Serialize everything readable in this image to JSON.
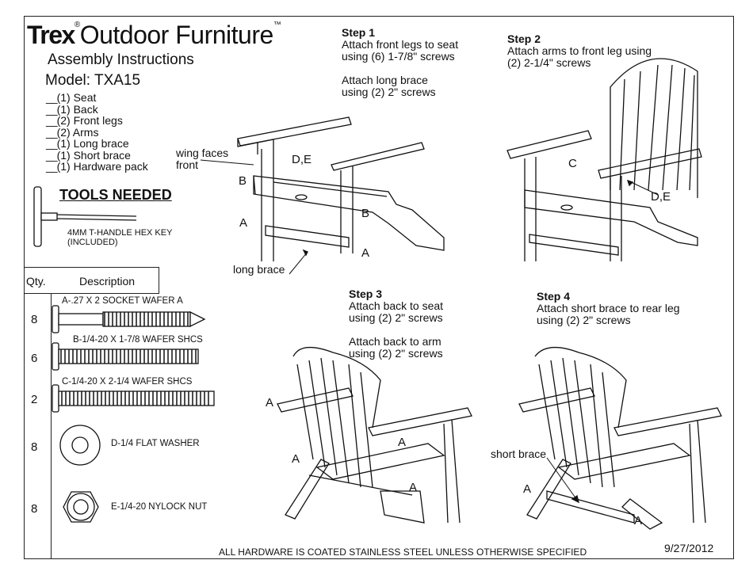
{
  "header": {
    "brand_bold": "Trex",
    "brand_reg": "®",
    "brand_text": "Outdoor Furniture",
    "brand_tm": "™",
    "subtitle": "Assembly Instructions",
    "model": "Model: TXA15"
  },
  "parts": [
    "(1) Seat",
    "(1) Back",
    "(2) Front legs",
    "(2) Arms",
    "(1) Long brace",
    "(1) Short brace",
    "(1) Hardware pack"
  ],
  "tools": {
    "title": "TOOLS NEEDED",
    "hexkey_line1": "4MM T-HANDLE HEX KEY",
    "hexkey_line2": "(INCLUDED)"
  },
  "hardware_table": {
    "qty_header": "Qty.",
    "desc_header": "Description",
    "rows": [
      {
        "qty": "8",
        "label": "A-.27 X 2 SOCKET WAFER A"
      },
      {
        "qty": "6",
        "label": "B-1/4-20 X 1-7/8 WAFER SHCS"
      },
      {
        "qty": "2",
        "label": "C-1/4-20 X 2-1/4 WAFER SHCS"
      },
      {
        "qty": "8",
        "label": "D-1/4 FLAT WASHER"
      },
      {
        "qty": "8",
        "label": "E-1/4-20 NYLOCK NUT"
      }
    ]
  },
  "steps": [
    {
      "title": "Step 1",
      "lines": [
        "Attach front legs to seat",
        "using (6) 1-7/8\" screws",
        "",
        "Attach long brace",
        "using (2) 2\" screws"
      ]
    },
    {
      "title": "Step 2",
      "lines": [
        "Attach arms to front leg using",
        "(2) 2-1/4\" screws"
      ]
    },
    {
      "title": "Step 3",
      "lines": [
        "Attach back to seat",
        "using (2) 2\" screws",
        "",
        "Attach back to arm",
        "using (2) 2\" screws"
      ]
    },
    {
      "title": "Step 4",
      "lines": [
        "Attach short brace to rear leg",
        "using (2) 2\" screws"
      ]
    }
  ],
  "callouts": {
    "wing_faces_1": "wing faces",
    "wing_faces_2": "front",
    "de": "D,E",
    "b": "B",
    "a": "A",
    "c": "C",
    "long_brace": "long brace",
    "short_brace": "short brace"
  },
  "footer": {
    "note": "ALL HARDWARE IS COATED STAINLESS STEEL UNLESS OTHERWISE SPECIFIED",
    "date": "9/27/2012"
  }
}
